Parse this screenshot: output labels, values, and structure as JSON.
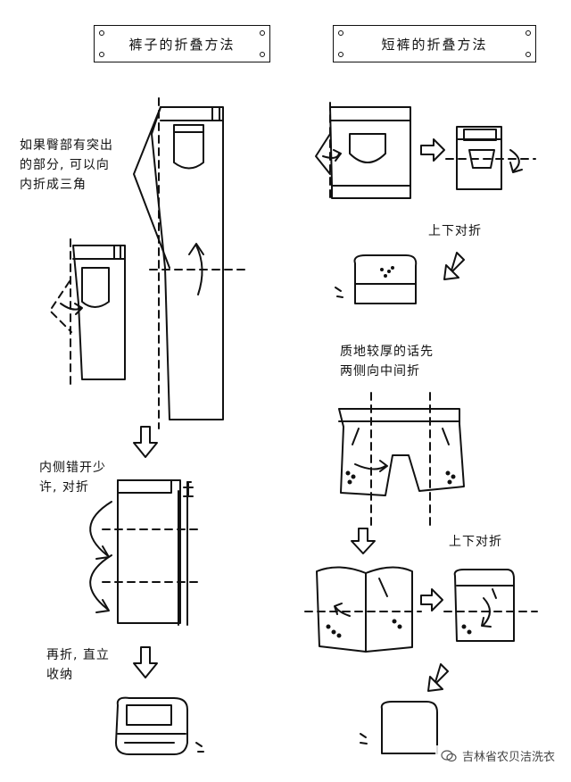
{
  "pants_title": "裤子的折叠方法",
  "shorts_title": "短裤的折叠方法",
  "notes": {
    "hip_note": "如果臀部有突出\n的部分, 可以向\n内折成三角",
    "offset_note": "内侧错开少\n许, 对折",
    "final_note": "再折, 直立\n收纳",
    "top_bottom_1": "上下对折",
    "thick_note": "质地较厚的话先\n两侧向中间折",
    "top_bottom_2": "上下对折"
  },
  "watermark": {
    "label": "吉林省农贝洁洗衣",
    "icon": "wechat-icon"
  }
}
